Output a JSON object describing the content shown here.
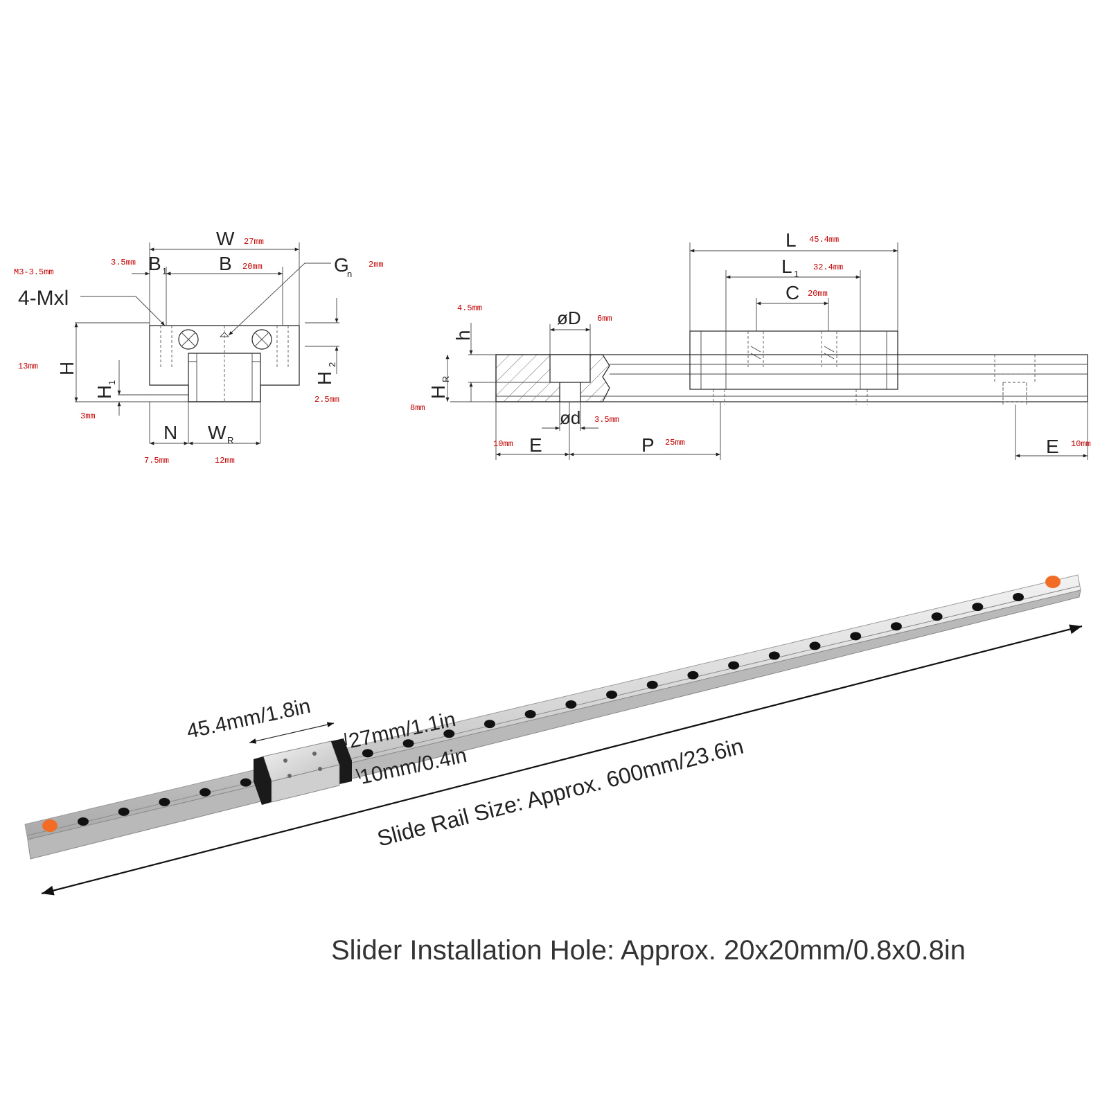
{
  "cross_section": {
    "W": {
      "letter": "W",
      "value": "27mm"
    },
    "B": {
      "letter": "B",
      "value": "20mm"
    },
    "B1": {
      "letter": "B",
      "sub": "1",
      "value": "3.5mm"
    },
    "Gn": {
      "letter": "G",
      "sub": "n",
      "value": "2mm"
    },
    "mxl": {
      "label": "4-Mxl",
      "value": "M3-3.5mm"
    },
    "H": {
      "letter": "H",
      "value": "13mm"
    },
    "H1": {
      "letter": "H",
      "sub": "1",
      "value": "3mm"
    },
    "H2": {
      "letter": "H",
      "sub": "2",
      "value": "2.5mm"
    },
    "N": {
      "letter": "N",
      "value": "7.5mm"
    },
    "WR": {
      "letter": "W",
      "sub": "R",
      "value": "12mm"
    }
  },
  "side_view": {
    "L": {
      "letter": "L",
      "value": "45.4mm"
    },
    "L1": {
      "letter": "L",
      "sub": "1",
      "value": "32.4mm"
    },
    "C": {
      "letter": "C",
      "value": "20mm"
    },
    "h": {
      "letter": "h",
      "value": "4.5mm"
    },
    "D": {
      "letter": "øD",
      "value": "6mm"
    },
    "HR": {
      "letter": "H",
      "sub": "R",
      "value": "8mm"
    },
    "d": {
      "letter": "ød",
      "value": "3.5mm"
    },
    "E_left": {
      "letter": "E",
      "value": "10mm"
    },
    "P": {
      "letter": "P",
      "value": "25mm"
    },
    "E_right": {
      "letter": "E",
      "value": "10mm"
    }
  },
  "photo": {
    "block_length": "45.4mm/1.8in",
    "block_width": "27mm/1.1in",
    "block_height": "10mm/0.4in",
    "rail_size": "Slide Rail Size: Approx. 600mm/23.6in",
    "rail_hole_count": 24,
    "end_cap_color": "#f36c25",
    "rail_color": "#d9d9d9"
  },
  "caption": "Slider Installation Hole: Approx. 20x20mm/0.8x0.8in"
}
